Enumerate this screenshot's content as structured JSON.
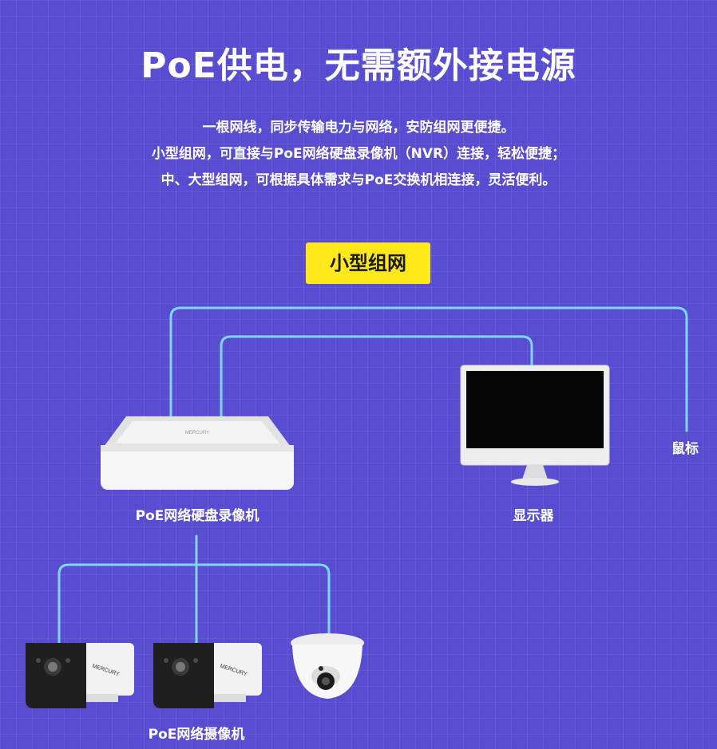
{
  "header": {
    "title": "PoE供电，无需额外接电源",
    "lines": [
      "一根网线，同步传输电力与网络，安防组网更便捷。",
      "小型组网，可直接与PoE网络硬盘录像机（NVR）连接，轻松便捷；",
      "中、大型组网，可根据具体需求与PoE交换机相连接，灵活便利。"
    ]
  },
  "badge": {
    "label": "小型组网",
    "color": "#ffe81a"
  },
  "labels": {
    "nvr": "PoE网络硬盘录像机",
    "monitor": "显示器",
    "mouse": "鼠标",
    "cameras": "PoE网络摄像机"
  },
  "devices": {
    "nvr_brand": "MERCURY",
    "camera_brand": "MERCURY"
  },
  "colors": {
    "background": "#584dd0",
    "connector": "#7ed6ff",
    "badge": "#ffe81a"
  }
}
